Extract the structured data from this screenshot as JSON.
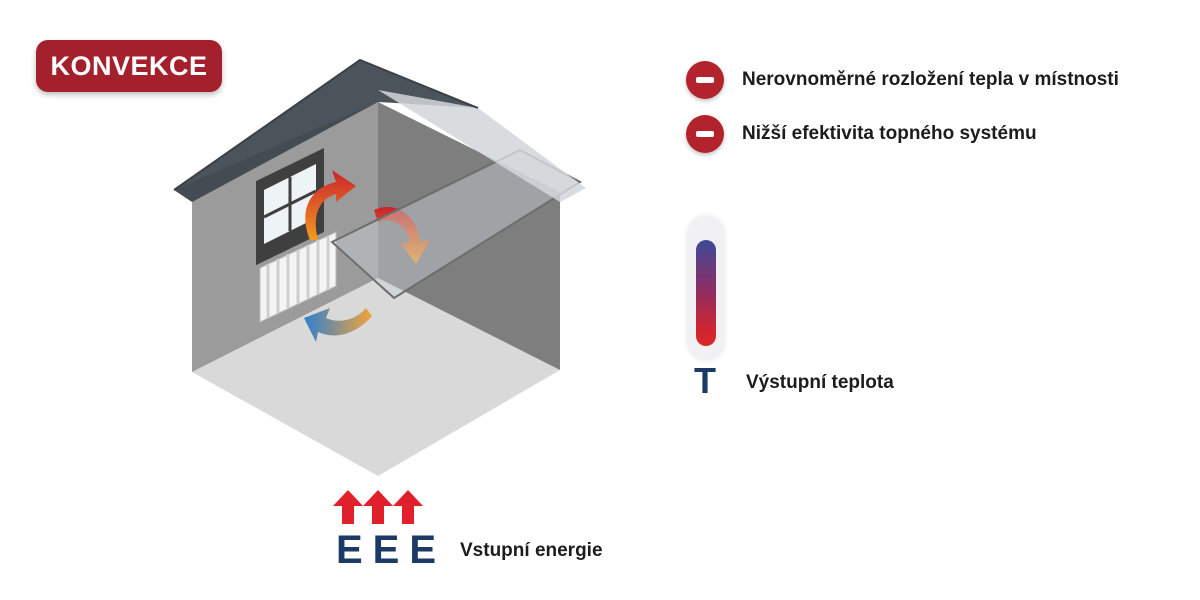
{
  "badge": {
    "label": "KONVEKCE"
  },
  "drawbacks": [
    {
      "text": "Nerovnoměrné rozložení tepla v místnosti",
      "icon": "minus-icon"
    },
    {
      "text": "Nižší efektivita topného systému",
      "icon": "minus-icon"
    }
  ],
  "output": {
    "symbol": "T",
    "label": "Výstupní teplota"
  },
  "input": {
    "symbols": "EEE",
    "label": "Vstupní energie"
  },
  "colors": {
    "accent_red": "#a3202c",
    "navy": "#1d3a66",
    "warm_arrow": "#c9232c",
    "cool_arrow": "#2f7fd0"
  }
}
